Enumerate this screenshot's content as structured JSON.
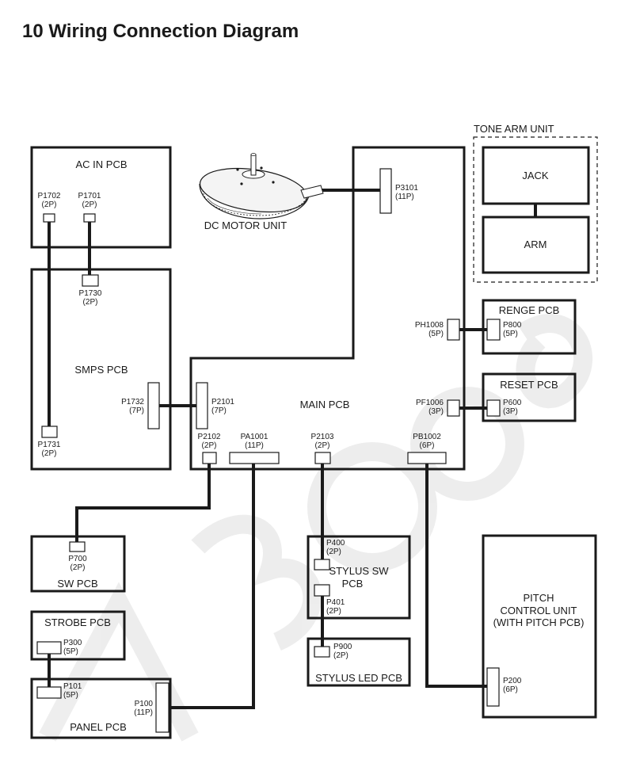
{
  "title": "10 Wiring Connection Diagram",
  "boards": {
    "tone_arm_unit": "TONE ARM UNIT",
    "jack": "JACK",
    "arm": "ARM",
    "ac_in": "AC IN PCB",
    "dc_motor": "DC MOTOR UNIT",
    "smps": "SMPS PCB",
    "main": "MAIN PCB",
    "renge": "RENGE PCB",
    "reset": "RESET PCB",
    "sw": "SW PCB",
    "stylus_sw_1": "STYLUS SW",
    "stylus_sw_2": "PCB",
    "pitch_1": "PITCH",
    "pitch_2": "CONTROL UNIT",
    "pitch_3": "(WITH PITCH PCB)",
    "strobe": "STROBE PCB",
    "stylus_led": "STYLUS LED PCB",
    "panel": "PANEL PCB"
  },
  "connectors": {
    "p1702": {
      "name": "P1702",
      "pins": "(2P)"
    },
    "p1701": {
      "name": "P1701",
      "pins": "(2P)"
    },
    "p1730": {
      "name": "P1730",
      "pins": "(2P)"
    },
    "p1731": {
      "name": "P1731",
      "pins": "(2P)"
    },
    "p1732": {
      "name": "P1732",
      "pins": "(7P)"
    },
    "p2101": {
      "name": "P2101",
      "pins": "(7P)"
    },
    "p3101": {
      "name": "P3101",
      "pins": "(11P)"
    },
    "ph1008": {
      "name": "PH1008",
      "pins": "(5P)"
    },
    "p800": {
      "name": "P800",
      "pins": "(5P)"
    },
    "pf1006": {
      "name": "PF1006",
      "pins": "(3P)"
    },
    "p600": {
      "name": "P600",
      "pins": "(3P)"
    },
    "p2102": {
      "name": "P2102",
      "pins": "(2P)"
    },
    "pa1001": {
      "name": "PA1001",
      "pins": "(11P)"
    },
    "p2103": {
      "name": "P2103",
      "pins": "(2P)"
    },
    "pb1002": {
      "name": "PB1002",
      "pins": "(6P)"
    },
    "p700": {
      "name": "P700",
      "pins": "(2P)"
    },
    "p400": {
      "name": "P400",
      "pins": "(2P)"
    },
    "p401": {
      "name": "P401",
      "pins": "(2P)"
    },
    "p900": {
      "name": "P900",
      "pins": "(2P)"
    },
    "p300": {
      "name": "P300",
      "pins": "(5P)"
    },
    "p101": {
      "name": "P101",
      "pins": "(5P)"
    },
    "p100": {
      "name": "P100",
      "pins": "(11P)"
    },
    "p200": {
      "name": "P200",
      "pins": "(6P)"
    }
  }
}
